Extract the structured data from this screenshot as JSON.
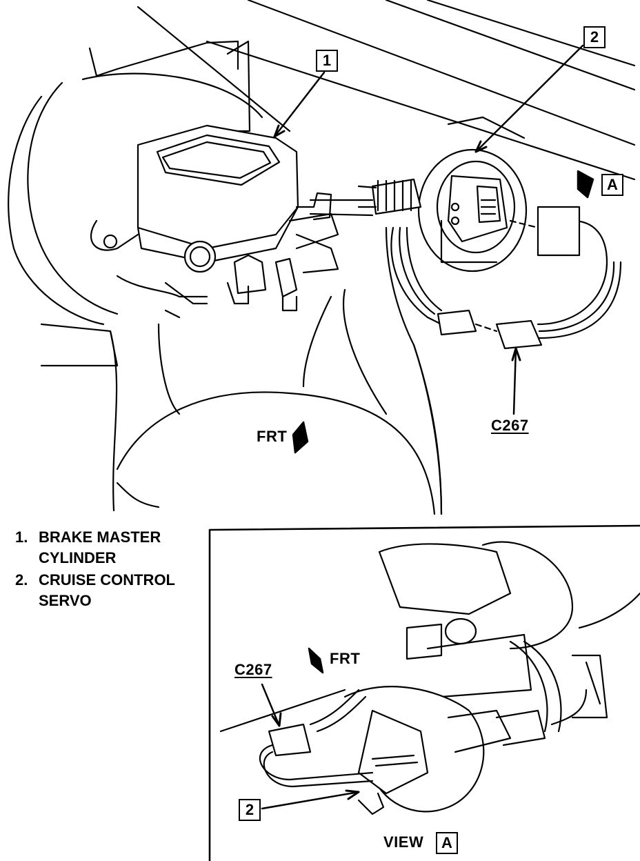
{
  "callouts": {
    "master_cylinder_num": "1",
    "servo_num": "2",
    "view_a_box": "A",
    "view_a_servo_num": "2",
    "view_a_title_box": "A"
  },
  "labels": {
    "frt_main": "FRT",
    "connector_main": "C267",
    "frt_view": "FRT",
    "connector_view": "C267",
    "view_title": "VIEW"
  },
  "legend": [
    {
      "num": "1.",
      "text": "BRAKE MASTER",
      "cont": "CYLINDER"
    },
    {
      "num": "2.",
      "text": "CRUISE CONTROL",
      "cont": "SERVO"
    }
  ]
}
